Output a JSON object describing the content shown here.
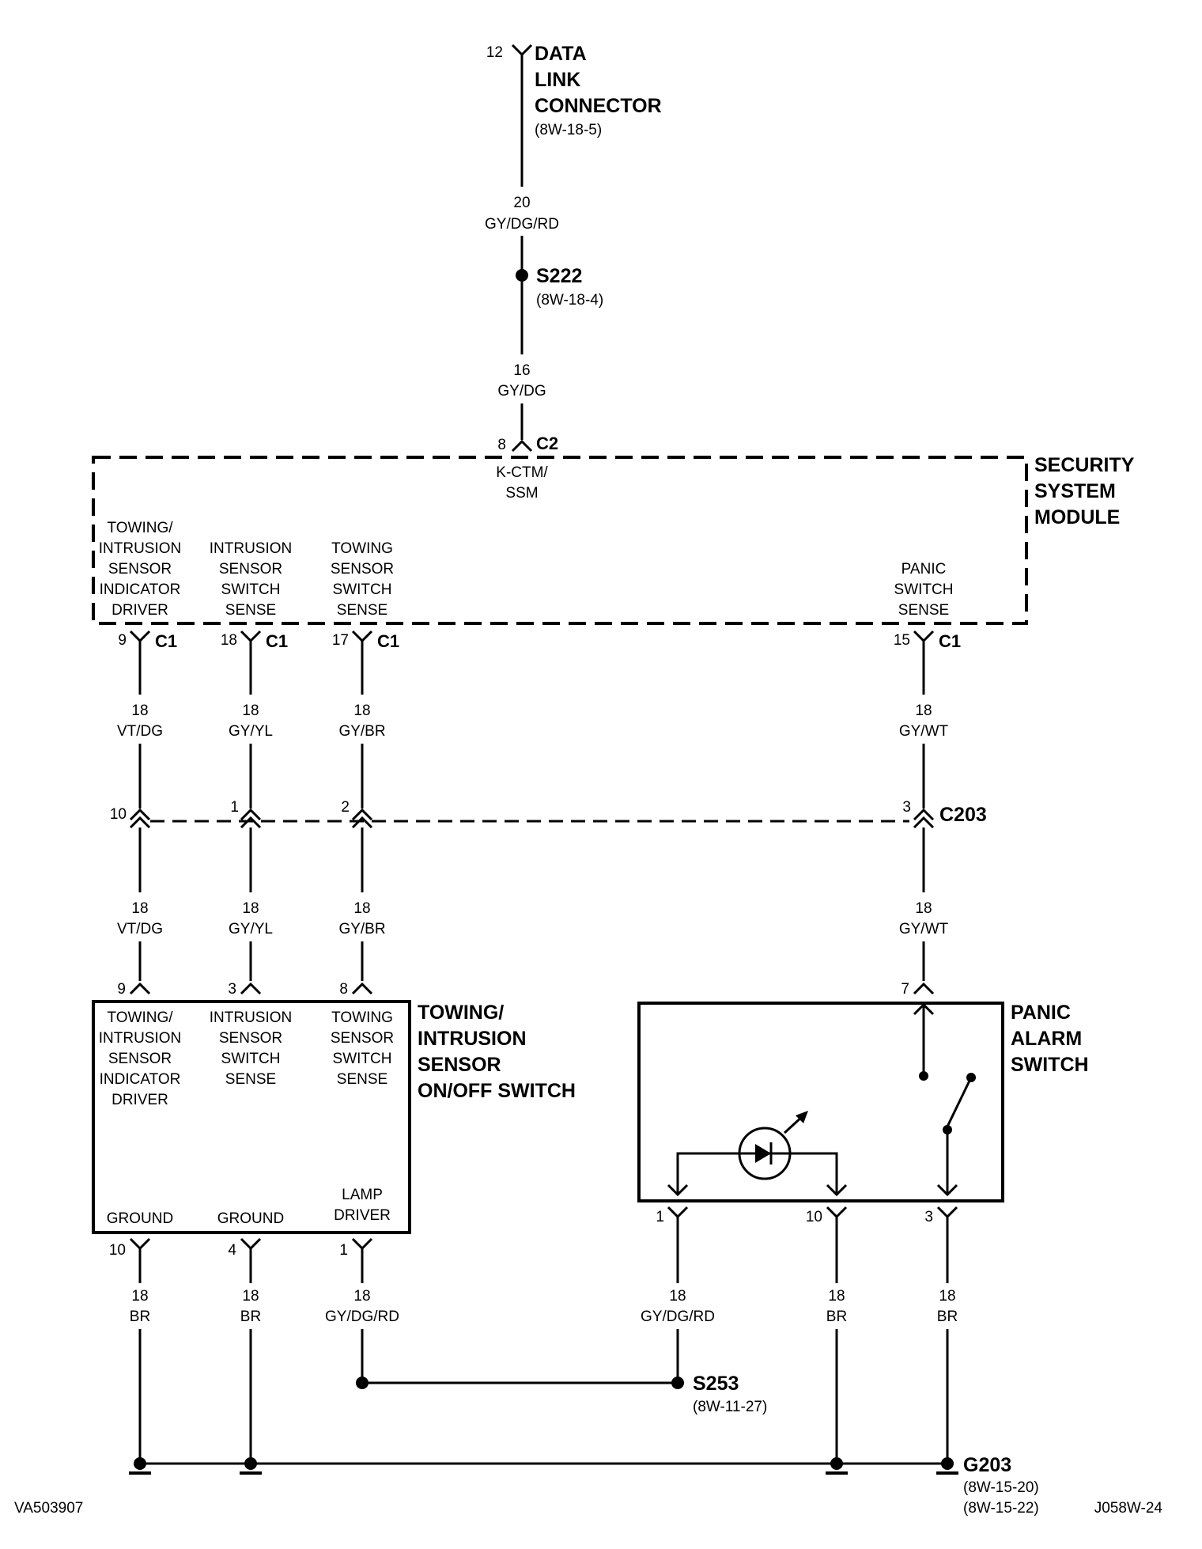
{
  "dlc": {
    "title": [
      "DATA",
      "LINK",
      "CONNECTOR"
    ],
    "ref": "(8W-18-5)",
    "pin": "12"
  },
  "wire_dlc": {
    "gauge": "20",
    "color": "GY/DG/RD"
  },
  "s222": {
    "label": "S222",
    "ref": "(8W-18-4)"
  },
  "wire_ssm_in": {
    "gauge": "16",
    "color": "GY/DG"
  },
  "ssm_c2": {
    "pin": "8",
    "connector": "C2"
  },
  "ssm": {
    "title": [
      "SECURITY",
      "SYSTEM",
      "MODULE"
    ],
    "center_label": [
      "K-CTM/",
      "SSM"
    ],
    "pins": [
      {
        "label": [
          "TOWING/",
          "INTRUSION",
          "SENSOR",
          "INDICATOR",
          "DRIVER"
        ],
        "pin": "9",
        "connector": "C1"
      },
      {
        "label": [
          "INTRUSION",
          "SENSOR",
          "SWITCH",
          "SENSE"
        ],
        "pin": "18",
        "connector": "C1"
      },
      {
        "label": [
          "TOWING",
          "SENSOR",
          "SWITCH",
          "SENSE"
        ],
        "pin": "17",
        "connector": "C1"
      },
      {
        "label": [
          "PANIC",
          "SWITCH",
          "SENSE"
        ],
        "pin": "15",
        "connector": "C1"
      }
    ]
  },
  "wires_upper": [
    {
      "gauge": "18",
      "color": "VT/DG"
    },
    {
      "gauge": "18",
      "color": "GY/YL"
    },
    {
      "gauge": "18",
      "color": "GY/BR"
    },
    {
      "gauge": "18",
      "color": "GY/WT"
    }
  ],
  "c203": {
    "label": "C203",
    "pins": [
      "10",
      "1",
      "2",
      "3"
    ]
  },
  "wires_middle": [
    {
      "gauge": "18",
      "color": "VT/DG"
    },
    {
      "gauge": "18",
      "color": "GY/YL"
    },
    {
      "gauge": "18",
      "color": "GY/BR"
    },
    {
      "gauge": "18",
      "color": "GY/WT"
    }
  ],
  "towing_switch": {
    "title": [
      "TOWING/",
      "INTRUSION",
      "SENSOR",
      "ON/OFF SWITCH"
    ],
    "top_pins": [
      "9",
      "3",
      "8"
    ],
    "top_labels": [
      [
        "TOWING/",
        "INTRUSION",
        "SENSOR",
        "INDICATOR",
        "DRIVER"
      ],
      [
        "INTRUSION",
        "SENSOR",
        "SWITCH",
        "SENSE"
      ],
      [
        "TOWING",
        "SENSOR",
        "SWITCH",
        "SENSE"
      ]
    ],
    "bottom_labels": [
      [
        "GROUND"
      ],
      [
        "GROUND"
      ],
      [
        "LAMP",
        "DRIVER"
      ]
    ],
    "bottom_pins": [
      "10",
      "4",
      "1"
    ]
  },
  "panic_switch": {
    "title": [
      "PANIC",
      "ALARM",
      "SWITCH"
    ],
    "top_pin": "7",
    "bottom_pins": [
      "1",
      "10",
      "3"
    ]
  },
  "wires_lower": [
    {
      "gauge": "18",
      "color": "BR"
    },
    {
      "gauge": "18",
      "color": "BR"
    },
    {
      "gauge": "18",
      "color": "GY/DG/RD"
    },
    {
      "gauge": "18",
      "color": "GY/DG/RD"
    },
    {
      "gauge": "18",
      "color": "BR"
    },
    {
      "gauge": "18",
      "color": "BR"
    }
  ],
  "s253": {
    "label": "S253",
    "ref": "(8W-11-27)"
  },
  "g203": {
    "label": "G203",
    "refs": [
      "(8W-15-20)",
      "(8W-15-22)"
    ]
  },
  "footer": {
    "left": "VA503907",
    "right": "J058W-24"
  }
}
